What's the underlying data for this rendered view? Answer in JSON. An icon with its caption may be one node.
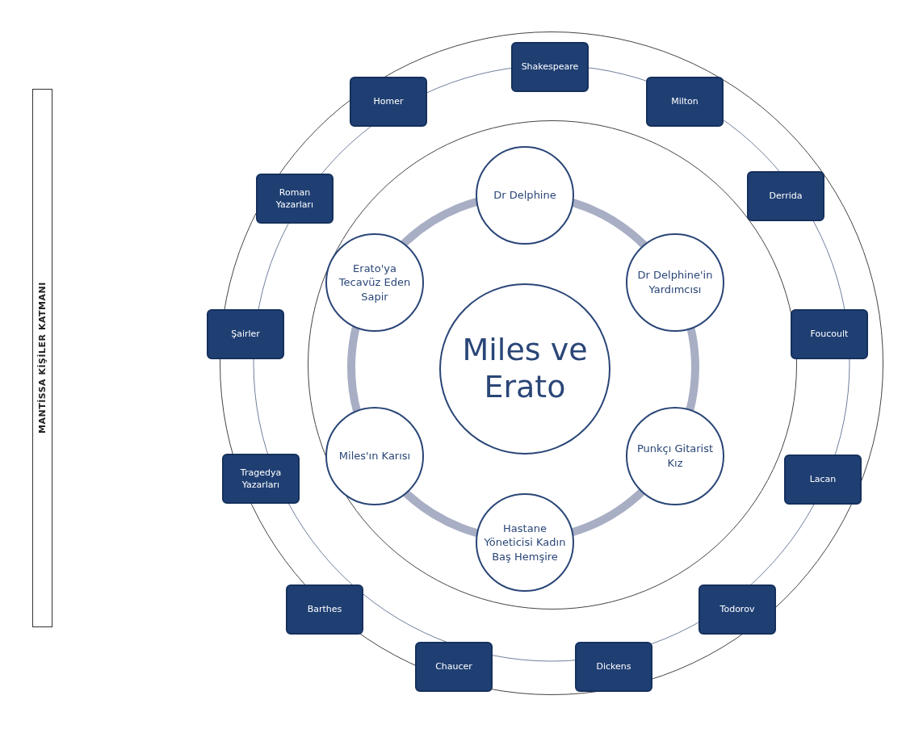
{
  "diagram": {
    "nodes": [
      {
        "text": [
          "MANTİSSA KİŞİLER KATMANI"
        ]
      },
      {
        "text": [],
        "shape": "circle"
      },
      {
        "text": [],
        "shape": "circle",
        "in": 1
      },
      {
        "text": [
          "Miles ve Erato"
        ],
        "in": 2
      },
      {
        "text": [
          "Dr Delphine"
        ],
        "in": 2
      },
      {
        "text": [
          "Dr Delphine'in Yardımcısı"
        ],
        "in": 2
      },
      {
        "text": [
          "Punkçı Gitarist Kız"
        ],
        "in": 2
      },
      {
        "text": [
          "Hastane Yöneticisi Kadın Baş Hemşire"
        ],
        "in": 2
      },
      {
        "text": [
          "Miles'ın Karısı"
        ],
        "in": 2
      },
      {
        "text": [
          "Erato'ya Tecavüz Eden Sapir"
        ],
        "in": 2
      },
      {
        "text": [
          "Shakespeare"
        ],
        "in": 1
      },
      {
        "text": [
          "Milton"
        ],
        "in": 1
      },
      {
        "text": [
          "Derrida"
        ],
        "in": 1
      },
      {
        "text": [
          "Foucoult"
        ],
        "in": 1
      },
      {
        "text": [
          "Lacan"
        ],
        "in": 1
      },
      {
        "text": [
          "Todorov"
        ],
        "in": 1
      },
      {
        "text": [
          "Dickens"
        ],
        "in": 1
      },
      {
        "text": [
          "Chaucer"
        ],
        "in": 1
      },
      {
        "text": [
          "Barthes"
        ],
        "in": 1
      },
      {
        "text": [
          "Tragedya Yazarları"
        ],
        "in": 1
      },
      {
        "text": [
          "Şairler"
        ],
        "in": 1
      },
      {
        "text": [
          "Roman Yazarları"
        ],
        "in": 1
      },
      {
        "text": [
          "Homer"
        ],
        "in": 1
      }
    ]
  }
}
